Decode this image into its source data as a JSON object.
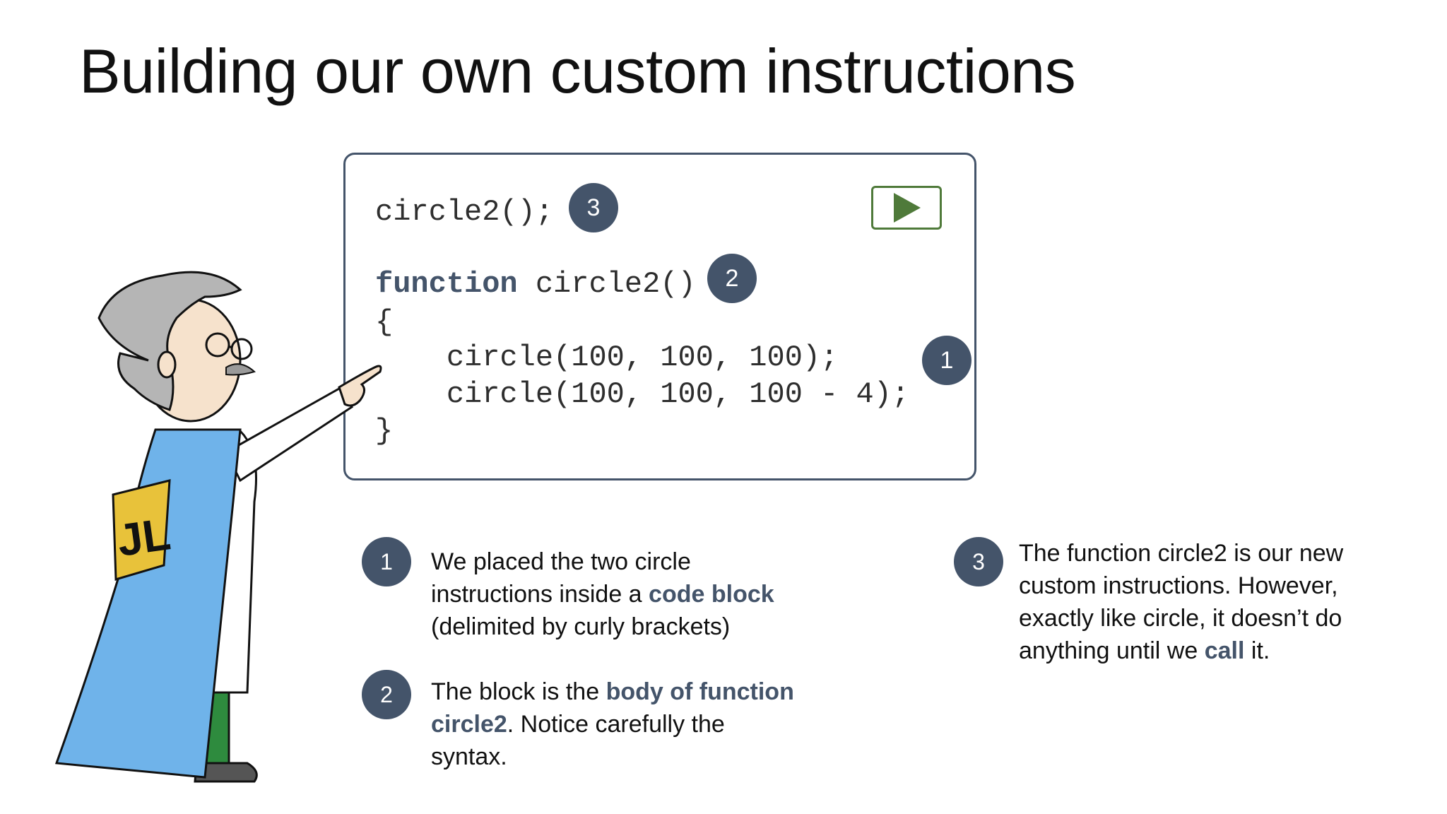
{
  "slide": {
    "title": "Building our own custom instructions"
  },
  "code": {
    "line1": "circle2();",
    "line2_keyword": "function",
    "line2_rest": " circle2()",
    "line3": "{",
    "line4": "    circle(100, 100, 100);",
    "line5": "    circle(100, 100, 100 - 4);",
    "line6": "}",
    "badge_call": "3",
    "badge_function": "2",
    "badge_block": "1"
  },
  "run_button": {
    "icon": "play-icon",
    "color": "#4f7a3a"
  },
  "notes": {
    "n1_badge": "1",
    "n1_a": "We placed the two circle",
    "n1_b": "instructions inside a ",
    "n1_b_hl": "code block",
    "n1_c": "(delimited by curly brackets)",
    "n2_badge": "2",
    "n2_a": "The block is the ",
    "n2_a_hl": "body of function",
    "n2_b_hl": "circle2",
    "n2_b": ". Notice carefully the",
    "n2_c": "syntax.",
    "n3_badge": "3",
    "n3_a": "The function circle2 is our new",
    "n3_b": "custom instructions. However,",
    "n3_c": "exactly like circle, it doesn’t do",
    "n3_d": "anything until we ",
    "n3_d_hl": "call",
    "n3_d_end": " it."
  },
  "colors": {
    "accent": "#44546a",
    "play": "#4f7a3a",
    "cape": "#6fb3ea"
  },
  "illustration": {
    "icon": "professor-superhero-icon",
    "emblem": "JL"
  }
}
